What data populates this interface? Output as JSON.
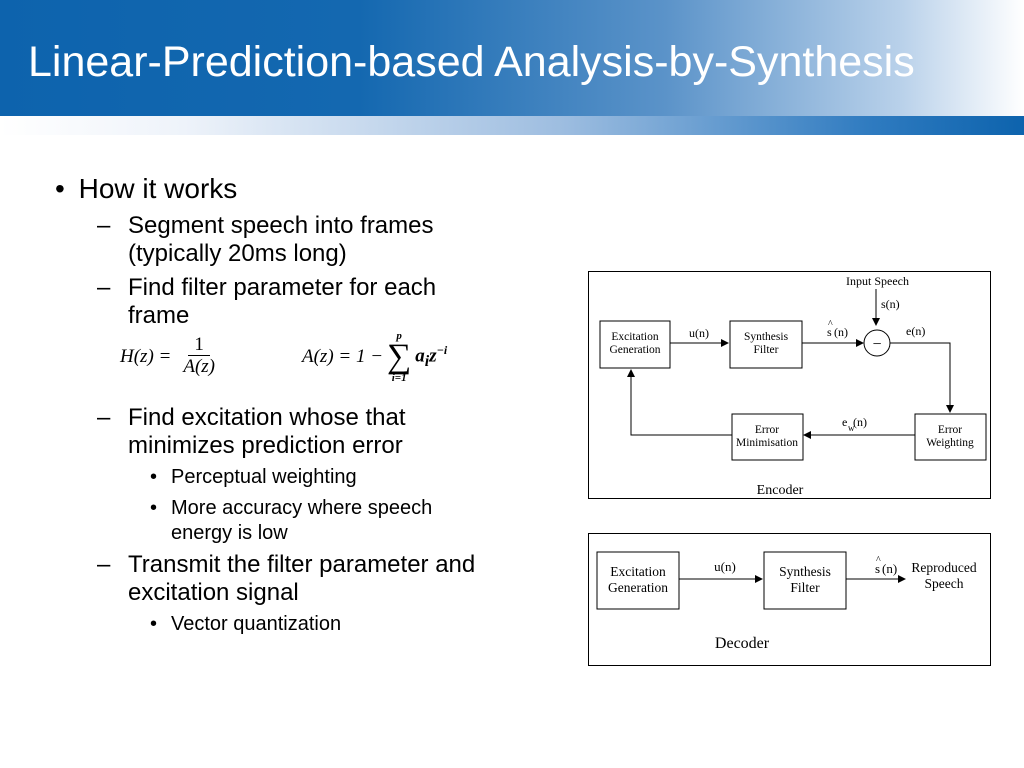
{
  "slide": {
    "title": "Linear-Prediction-based Analysis-by-Synthesis"
  },
  "bullets": {
    "b1": "How it works",
    "b1_1_line1": "Segment speech into frames",
    "b1_1_line2": "(typically 20ms long)",
    "b1_2_line1": "Find filter parameter for each",
    "b1_2_line2": "frame",
    "b1_3_line1": "Find excitation whose that",
    "b1_3_line2": "minimizes prediction error",
    "b1_3_1": "Perceptual weighting",
    "b1_3_2_line1": "More accuracy where speech",
    "b1_3_2_line2": "energy is low",
    "b1_4_line1": "Transmit the filter parameter and",
    "b1_4_line2": "excitation signal",
    "b1_4_1": "Vector quantization"
  },
  "formulas": {
    "h_lhs": "H(z) =",
    "h_num": "1",
    "h_den": "A(z)",
    "a_lhs": "A(z) = 1 −",
    "a_sum_upper": "p",
    "a_sum_lower": "i=1",
    "a_term": "a",
    "a_term_sub": "i",
    "a_term_z": "z",
    "a_term_exp": "−i"
  },
  "encoder": {
    "input_label": "Input Speech",
    "s_n": "s(n)",
    "excitation_l1": "Excitation",
    "excitation_l2": "Generation",
    "u_n": "u(n)",
    "synthesis_l1": "Synthesis",
    "synthesis_l2": "Filter",
    "s_hat_n": "(n)",
    "s_hat_s": "s",
    "hat": "^",
    "minus": "−",
    "e_n": "e(n)",
    "error_min_l1": "Error",
    "error_min_l2": "Minimisation",
    "ew_e": "e",
    "ew_sub": "w",
    "ew_n": "(n)",
    "error_weight_l1": "Error",
    "error_weight_l2": "Weighting",
    "caption": "Encoder"
  },
  "decoder": {
    "excitation_l1": "Excitation",
    "excitation_l2": "Generation",
    "u_n": "u(n)",
    "synthesis_l1": "Synthesis",
    "synthesis_l2": "Filter",
    "s_hat_s": "s",
    "s_hat_n": "(n)",
    "hat": "^",
    "output_l1": "Reproduced",
    "output_l2": "Speech",
    "caption": "Decoder"
  }
}
